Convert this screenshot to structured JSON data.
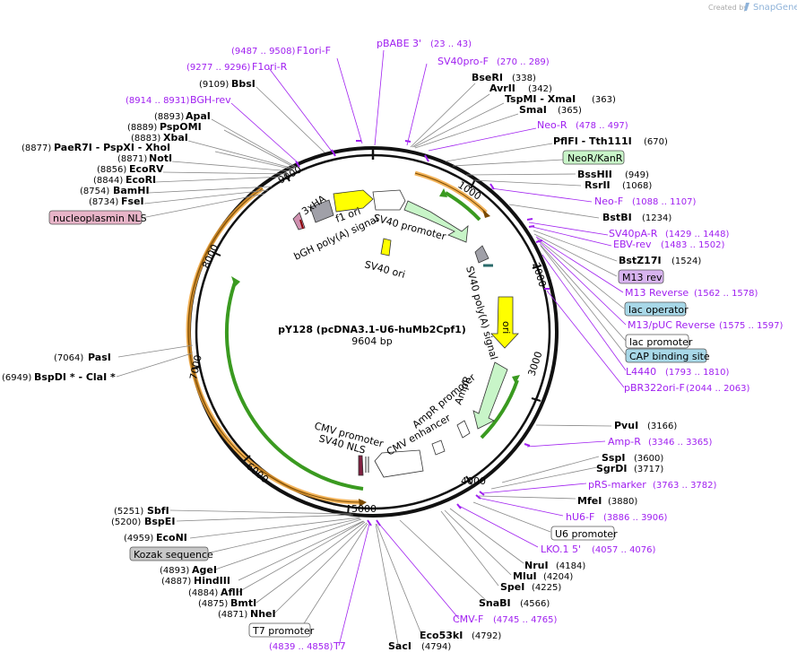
{
  "credit": {
    "created_by": "Created by",
    "brand": "SnapGene"
  },
  "plasmid": {
    "name": "pY128 (pcDNA3.1-U6-huMb2Cpf1)",
    "size": "9604 bp"
  },
  "ticks": [
    "1000",
    "2000",
    "3000",
    "4000",
    "5000",
    "6000",
    "7000",
    "8000",
    "9000"
  ],
  "map_features": [
    "3xHA",
    "f1 ori",
    "bGH poly(A) signal",
    "SV40 promoter",
    "SV40 ori",
    "SV40 poly(A) signal",
    "ori",
    "AmpR",
    "AmpR promoter",
    "CMV enhancer",
    "CMV promoter",
    "SV40 NLS"
  ],
  "labels": [
    {
      "name": "F1ori-F",
      "pos": "(9487 .. 9508)",
      "kind": "primer"
    },
    {
      "name": "pBABE 3'",
      "pos": "(23 .. 43)",
      "kind": "primer"
    },
    {
      "name": "F1ori-R",
      "pos": "(9277 .. 9296)",
      "kind": "primer"
    },
    {
      "name": "SV40pro-F",
      "pos": "(270 .. 289)",
      "kind": "primer"
    },
    {
      "name": "BbsI",
      "pos": "(9109)",
      "kind": "enzyme"
    },
    {
      "name": "BseRI",
      "pos": "(338)",
      "kind": "enzyme"
    },
    {
      "name": "AvrII",
      "pos": "(342)",
      "kind": "enzyme"
    },
    {
      "name": "BGH-rev",
      "pos": "(8914 .. 8931)",
      "kind": "primer"
    },
    {
      "name": "TspMI - XmaI",
      "pos": "(363)",
      "kind": "enzyme"
    },
    {
      "name": "SmaI",
      "pos": "(365)",
      "kind": "enzyme"
    },
    {
      "name": "ApaI",
      "pos": "(8893)",
      "kind": "enzyme"
    },
    {
      "name": "PspOMI",
      "pos": "(8889)",
      "kind": "enzyme"
    },
    {
      "name": "Neo-R",
      "pos": "(478 .. 497)",
      "kind": "primer"
    },
    {
      "name": "XbaI",
      "pos": "(8883)",
      "kind": "enzyme"
    },
    {
      "name": "PflFI - Tth111I",
      "pos": "(670)",
      "kind": "enzyme"
    },
    {
      "name": "PaeR7I - PspXI - XhoI",
      "pos": "(8877)",
      "kind": "enzyme"
    },
    {
      "name": "NotI",
      "pos": "(8871)",
      "kind": "enzyme"
    },
    {
      "name": "NeoR/KanR",
      "pos": "",
      "kind": "feature-green"
    },
    {
      "name": "EcoRV",
      "pos": "(8856)",
      "kind": "enzyme"
    },
    {
      "name": "BssHII",
      "pos": "(949)",
      "kind": "enzyme"
    },
    {
      "name": "EcoRI",
      "pos": "(8844)",
      "kind": "enzyme"
    },
    {
      "name": "RsrII",
      "pos": "(1068)",
      "kind": "enzyme"
    },
    {
      "name": "BamHI",
      "pos": "(8754)",
      "kind": "enzyme"
    },
    {
      "name": "FseI",
      "pos": "(8734)",
      "kind": "enzyme"
    },
    {
      "name": "Neo-F",
      "pos": "(1088 .. 1107)",
      "kind": "primer"
    },
    {
      "name": "nucleoplasmin NLS",
      "pos": "",
      "kind": "feature-pink"
    },
    {
      "name": "BstBI",
      "pos": "(1234)",
      "kind": "enzyme"
    },
    {
      "name": "SV40pA-R",
      "pos": "(1429 .. 1448)",
      "kind": "primer"
    },
    {
      "name": "EBV-rev",
      "pos": "(1483 .. 1502)",
      "kind": "primer"
    },
    {
      "name": "BstZ17I",
      "pos": "(1524)",
      "kind": "enzyme"
    },
    {
      "name": "M13 rev",
      "pos": "",
      "kind": "feature-purple"
    },
    {
      "name": "M13 Reverse",
      "pos": "(1562 .. 1578)",
      "kind": "primer"
    },
    {
      "name": "lac operator",
      "pos": "",
      "kind": "feature-teal"
    },
    {
      "name": "M13/pUC Reverse",
      "pos": "(1575 .. 1597)",
      "kind": "primer"
    },
    {
      "name": "lac promoter",
      "pos": "",
      "kind": "feature-white"
    },
    {
      "name": "CAP binding site",
      "pos": "",
      "kind": "feature-teal"
    },
    {
      "name": "L4440",
      "pos": "(1793 .. 1810)",
      "kind": "primer"
    },
    {
      "name": "pBR322ori-F",
      "pos": "(2044 .. 2063)",
      "kind": "primer"
    },
    {
      "name": "PasI",
      "pos": "(7064)",
      "kind": "enzyme"
    },
    {
      "name": "BspDI * - ClaI *",
      "pos": "(6949)",
      "kind": "enzyme"
    },
    {
      "name": "PvuI",
      "pos": "(3166)",
      "kind": "enzyme"
    },
    {
      "name": "Amp-R",
      "pos": "(3346 .. 3365)",
      "kind": "primer"
    },
    {
      "name": "SspI",
      "pos": "(3600)",
      "kind": "enzyme"
    },
    {
      "name": "SgrDI",
      "pos": "(3717)",
      "kind": "enzyme"
    },
    {
      "name": "pRS-marker",
      "pos": "(3763 .. 3782)",
      "kind": "primer"
    },
    {
      "name": "MfeI",
      "pos": "(3880)",
      "kind": "enzyme"
    },
    {
      "name": "hU6-F",
      "pos": "(3886 .. 3906)",
      "kind": "primer"
    },
    {
      "name": "U6 promoter",
      "pos": "",
      "kind": "feature-white"
    },
    {
      "name": "LKO.1 5'",
      "pos": "(4057 .. 4076)",
      "kind": "primer"
    },
    {
      "name": "NruI",
      "pos": "(4184)",
      "kind": "enzyme"
    },
    {
      "name": "MluI",
      "pos": "(4204)",
      "kind": "enzyme"
    },
    {
      "name": "SpeI",
      "pos": "(4225)",
      "kind": "enzyme"
    },
    {
      "name": "SnaBI",
      "pos": "(4566)",
      "kind": "enzyme"
    },
    {
      "name": "CMV-F",
      "pos": "(4745 .. 4765)",
      "kind": "primer"
    },
    {
      "name": "Eco53kI",
      "pos": "(4792)",
      "kind": "enzyme"
    },
    {
      "name": "SacI",
      "pos": "(4794)",
      "kind": "enzyme"
    },
    {
      "name": "T7",
      "pos": "(4839 .. 4858)",
      "kind": "primer"
    },
    {
      "name": "T7 promoter",
      "pos": "",
      "kind": "feature-white"
    },
    {
      "name": "NheI",
      "pos": "(4871)",
      "kind": "enzyme"
    },
    {
      "name": "BmtI",
      "pos": "(4875)",
      "kind": "enzyme"
    },
    {
      "name": "AflII",
      "pos": "(4884)",
      "kind": "enzyme"
    },
    {
      "name": "HindIII",
      "pos": "(4887)",
      "kind": "enzyme"
    },
    {
      "name": "AgeI",
      "pos": "(4893)",
      "kind": "enzyme"
    },
    {
      "name": "Kozak sequence",
      "pos": "",
      "kind": "feature-gray"
    },
    {
      "name": "EcoNI",
      "pos": "(4959)",
      "kind": "enzyme"
    },
    {
      "name": "BspEI",
      "pos": "(5200)",
      "kind": "enzyme"
    },
    {
      "name": "SbfI",
      "pos": "(5251)",
      "kind": "enzyme"
    }
  ],
  "colors": {
    "primer": "#a020f0",
    "enzyme": "#000000",
    "backbone": "#1a1a1a",
    "orange_arc": "#f0a030",
    "green_arc": "#3a9a20",
    "feature_green_bg": "#c8f5c8",
    "feature_pink_bg": "#e8b4c8",
    "feature_purple_bg": "#d8b4f0",
    "feature_teal_bg": "#a8d8e8",
    "feature_gray_bg": "#c8c8c8"
  }
}
